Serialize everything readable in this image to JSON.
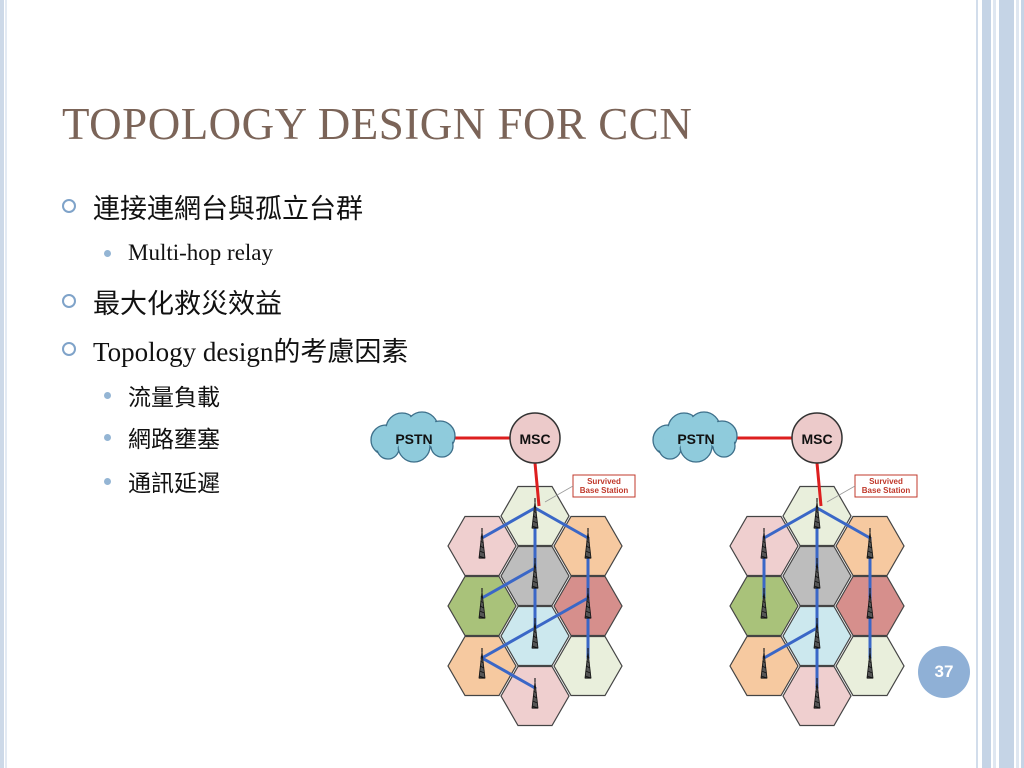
{
  "slide": {
    "title": "TOPOLOGY DESIGN FOR CCN",
    "page_number": "37",
    "bullets": [
      {
        "level": 1,
        "text": "連接連網台與孤立台群"
      },
      {
        "level": 2,
        "text": "Multi-hop relay"
      },
      {
        "level": 1,
        "text": "最大化救災效益"
      },
      {
        "level": 1,
        "text": "Topology design的考慮因素"
      },
      {
        "level": 2,
        "text": "流量負載"
      },
      {
        "level": 2,
        "text": "網路壅塞"
      },
      {
        "level": 2,
        "text": "通訊延遲"
      }
    ]
  },
  "diagrams": [
    {
      "pstn": "PSTN",
      "msc": "MSC",
      "label_line1": "Survived",
      "label_line2": "Base Station"
    },
    {
      "pstn": "PSTN",
      "msc": "MSC",
      "label_line1": "Survived",
      "label_line2": "Base Station"
    }
  ],
  "colors": {
    "title": "#7b6458",
    "bullet_marker": "#7fa3c9",
    "pstn_cloud": "#8fcbdc",
    "msc_circle": "#eccaca",
    "link_red": "#dd1f1f",
    "link_blue": "#3a67c7",
    "page_badge": "#8fb0d6",
    "border_blue": "#c7d5e6"
  }
}
